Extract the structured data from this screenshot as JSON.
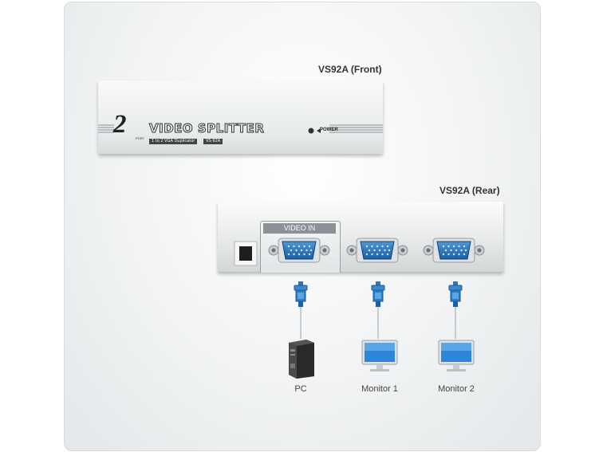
{
  "front_label": "VS92A (Front)",
  "rear_label": "VS92A (Rear)",
  "front_panel": {
    "number": "2",
    "port_text": "PORT",
    "title": "VIDEO SPLITTER",
    "subtitle": "1 to 2 VGA Duplicator",
    "model": "VS-92A",
    "power_label": "POWER"
  },
  "rear_panel": {
    "video_in_label": "VIDEO IN"
  },
  "devices": [
    {
      "label": "PC",
      "icon": "pc-tower-icon"
    },
    {
      "label": "Monitor 1",
      "icon": "monitor-icon"
    },
    {
      "label": "Monitor 2",
      "icon": "monitor-icon"
    }
  ],
  "colors": {
    "connector_blue": "#1f6fb3",
    "panel_silver": "#e9ecec",
    "text": "#333333"
  }
}
